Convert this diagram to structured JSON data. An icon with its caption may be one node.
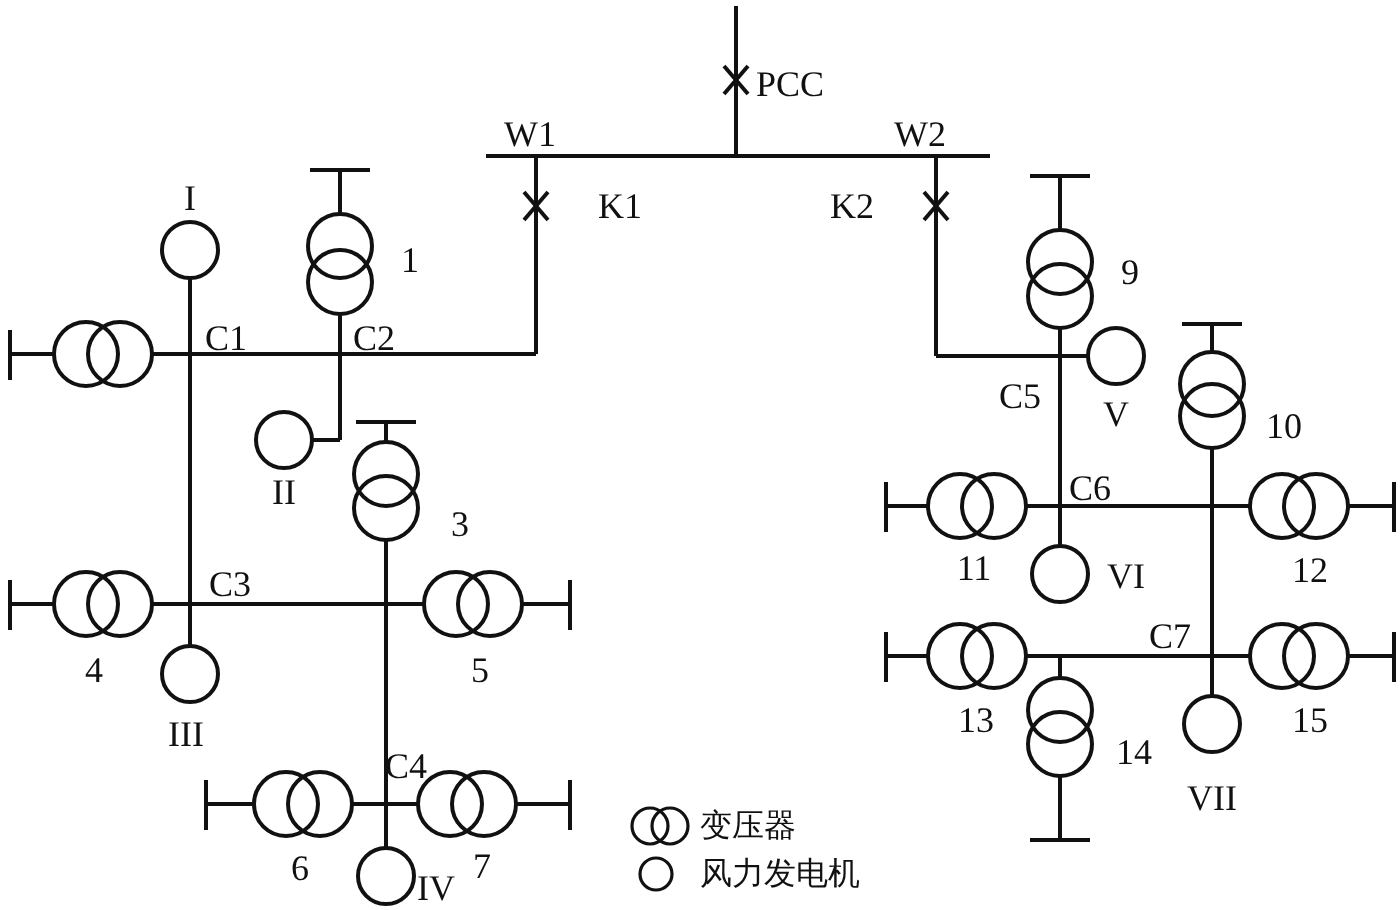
{
  "diagram": {
    "labels": [
      "PCC",
      "W1",
      "W2",
      "I",
      "K1",
      "K2",
      "1",
      "9",
      "C1",
      "C2",
      "V",
      "C5",
      "10",
      "II",
      "3",
      "C6",
      "11",
      "VI",
      "12",
      "C3",
      "C7",
      "4",
      "5",
      "13",
      "15",
      "14",
      "III",
      "VII",
      "C4",
      "6",
      "IV",
      "7"
    ],
    "legend": [
      {
        "text": "变压器"
      },
      {
        "text": "风力发电机"
      }
    ]
  }
}
